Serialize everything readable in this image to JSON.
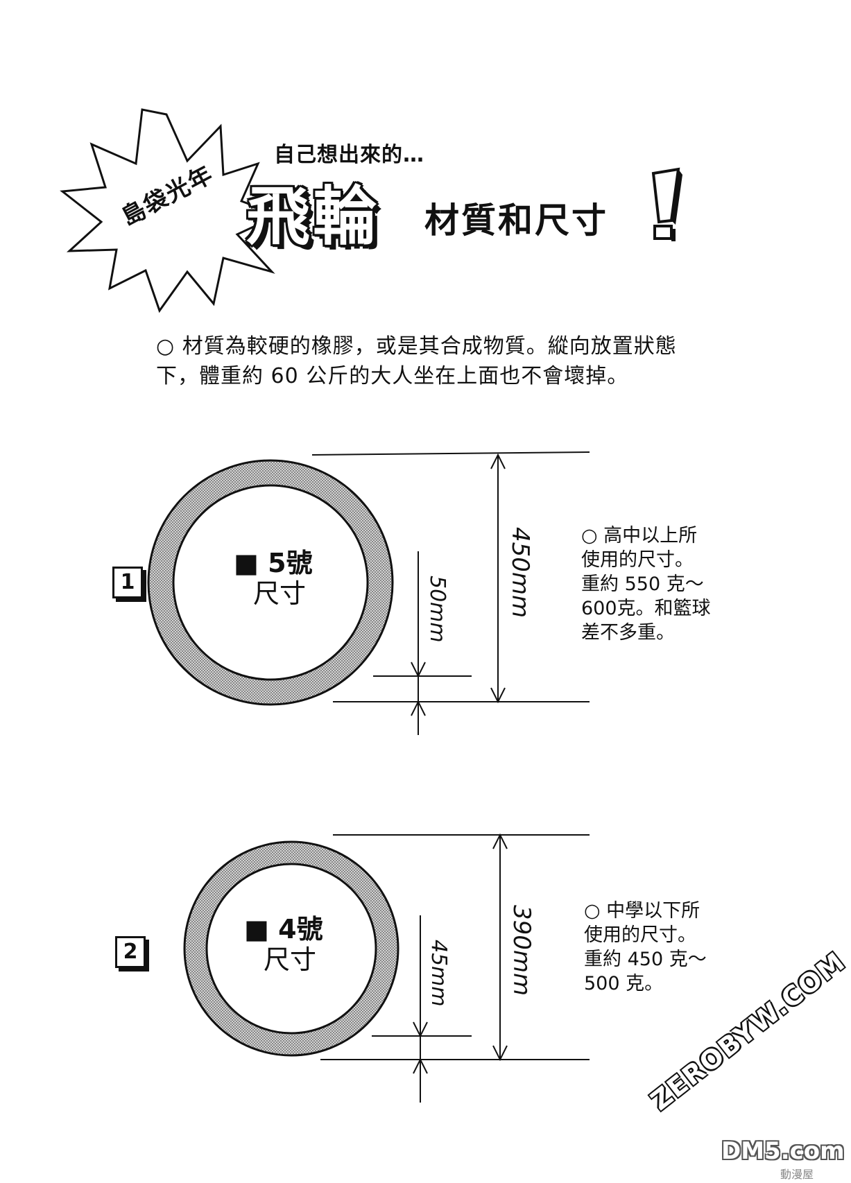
{
  "header": {
    "burst_text": "島袋光年",
    "subtitle": "自己想出來的…",
    "title_main": "飛輪",
    "title_rest": "材質和尺寸",
    "exclaim_icon": "exclamation-icon"
  },
  "intro": {
    "line1": "○ 材質為較硬的橡膠，或是其合成物質。縱向放置狀態",
    "line2": "下，體重約 60 公斤的大人坐在上面也不會壞掉。"
  },
  "wheels": [
    {
      "number": "1",
      "size_line1": "■ 5號",
      "size_line2": "尺寸",
      "outer_dim": "450mm",
      "thickness_dim": "50mm",
      "note": [
        "○ 高中以上所",
        "使用的尺寸。",
        "重約 550 克～",
        "600克。和籃球",
        "差不多重。"
      ]
    },
    {
      "number": "2",
      "size_line1": "■ 4號",
      "size_line2": "尺寸",
      "outer_dim": "390mm",
      "thickness_dim": "45mm",
      "note": [
        "○ 中學以下所",
        "使用的尺寸。",
        "重約 450 克～",
        "500 克。"
      ]
    }
  ],
  "watermark": {
    "site": "ZEROBYW.COM",
    "dm5": "DM5.com",
    "dm5_sub": "動漫屋"
  }
}
